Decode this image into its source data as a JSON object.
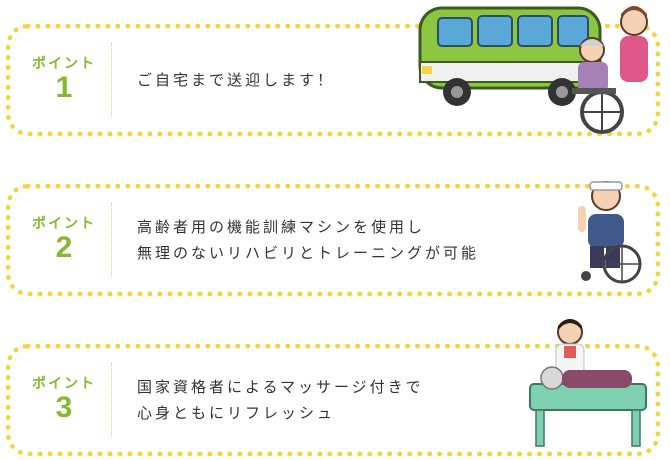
{
  "points": [
    {
      "label": "ポイント",
      "number": "1",
      "lines": [
        "ご自宅まで送迎します！"
      ],
      "illustration": "bus-and-wheelchair-icon"
    },
    {
      "label": "ポイント",
      "number": "2",
      "lines": [
        "高齢者用の機能訓練マシンを使用し",
        "無理のないリハビリとトレーニングが可能"
      ],
      "illustration": "wheelchair-rehab-icon"
    },
    {
      "label": "ポイント",
      "number": "3",
      "lines": [
        "国家資格者によるマッサージ付きで",
        "心身ともにリフレッシュ"
      ],
      "illustration": "massage-icon"
    }
  ],
  "colors": {
    "border": "#f2d53a",
    "accent": "#86b92d",
    "text": "#333333"
  }
}
